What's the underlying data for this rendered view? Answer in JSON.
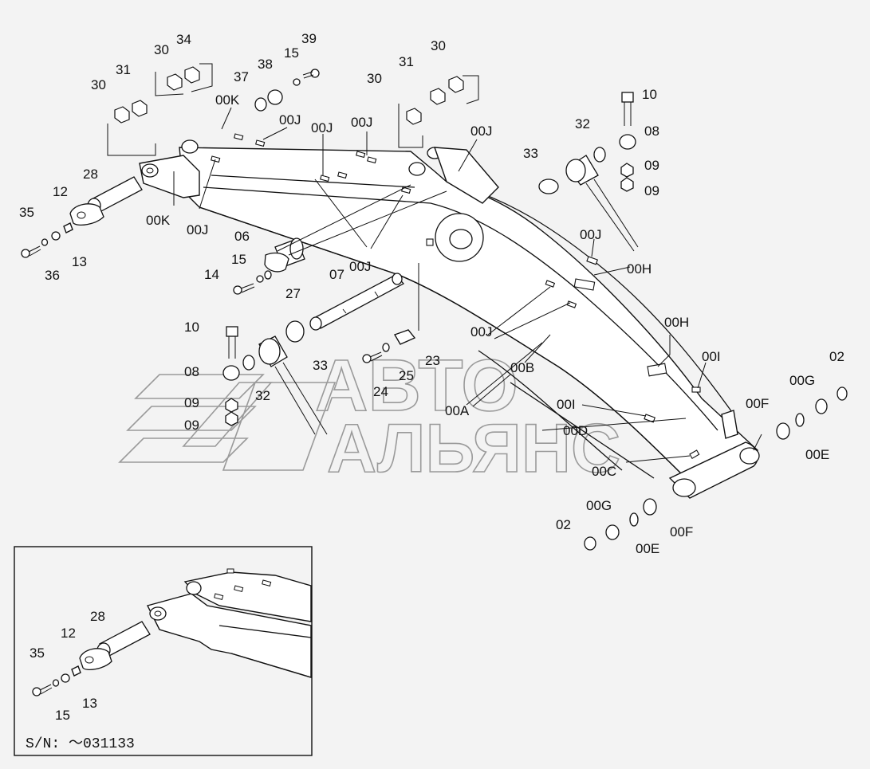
{
  "watermark": {
    "line1": "АВТО",
    "line2": "АЛЬЯНС"
  },
  "labels": {
    "l30a": "30",
    "l34": "34",
    "l31a": "31",
    "l30b": "30",
    "l37": "37",
    "l38": "38",
    "l15a": "15",
    "l39": "39",
    "l00K_top": "00K",
    "l00J_a": "00J",
    "l00J_b": "00J",
    "l00J_c": "00J",
    "l30c": "30",
    "l31b": "31",
    "l30d": "30",
    "l00J_d": "00J",
    "l32a": "32",
    "l10a": "10",
    "l08a": "08",
    "l09a": "09",
    "l09b": "09",
    "l33a": "33",
    "l28": "28",
    "l12": "12",
    "l35": "35",
    "l36": "36",
    "l13": "13",
    "l00K_bot": "00K",
    "l00J_e": "00J",
    "l06": "06",
    "l15b": "15",
    "l14": "14",
    "l27": "27",
    "l00J_f": "00J",
    "l07": "07",
    "l00J_g": "00J",
    "l00H_a": "00H",
    "l10b": "10",
    "l08b": "08",
    "l32b": "32",
    "l09c": "09",
    "l09d": "09",
    "l33b": "33",
    "l23": "23",
    "l25": "25",
    "l24": "24",
    "l00J_h": "00J",
    "l00B": "00B",
    "l00A": "00A",
    "l00H_b": "00H",
    "l00I_a": "00I",
    "l02a": "02",
    "l00G_a": "00G",
    "l00F_a": "00F",
    "l00I_b": "00I",
    "l00D": "00D",
    "l00E_a": "00E",
    "l00C": "00C",
    "l00G_b": "00G",
    "l02b": "02",
    "l00E_b": "00E",
    "l00F_b": "00F"
  },
  "inset": {
    "labels": {
      "l28": "28",
      "l12": "12",
      "l35": "35",
      "l13": "13",
      "l15": "15"
    },
    "serial_note": "S/N: ～031133"
  }
}
